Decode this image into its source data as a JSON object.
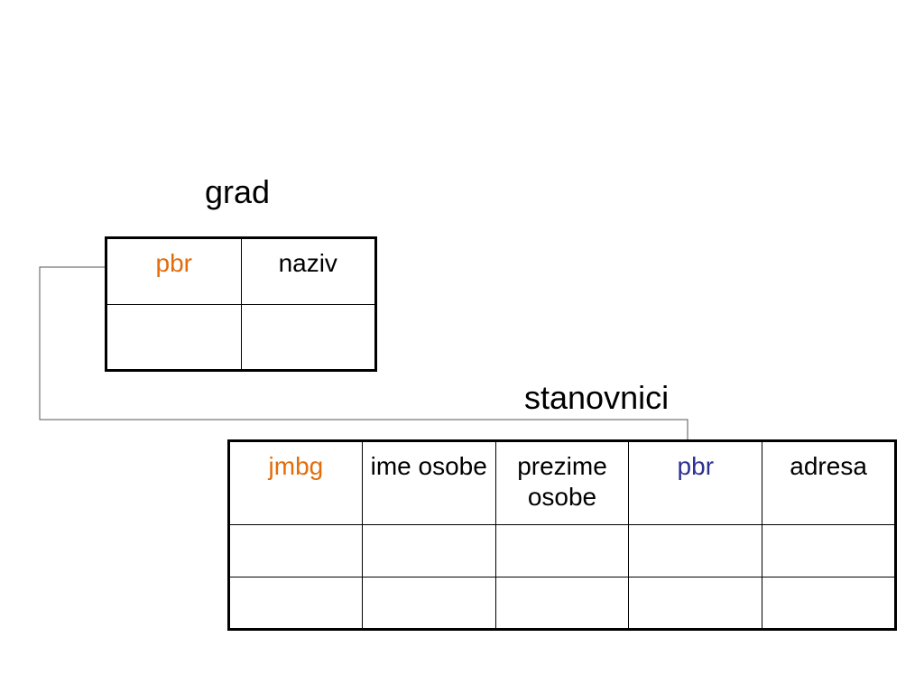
{
  "entities": {
    "grad": {
      "name": "grad",
      "columns": [
        {
          "label": "pbr",
          "role": "primary-key"
        },
        {
          "label": "naziv",
          "role": "attribute"
        }
      ]
    },
    "stanovnici": {
      "name": "stanovnici",
      "columns": [
        {
          "label": "jmbg",
          "role": "primary-key"
        },
        {
          "label": "ime osobe",
          "role": "attribute"
        },
        {
          "label": "prezime osobe",
          "role": "attribute"
        },
        {
          "label": "pbr",
          "role": "foreign-key"
        },
        {
          "label": "adresa",
          "role": "attribute"
        }
      ]
    }
  },
  "relationship": {
    "from": "grad.pbr",
    "to": "stanovnici.pbr"
  },
  "colors": {
    "primary_key": "#e46c0a",
    "foreign_key": "#2e3192",
    "border": "#000000",
    "connector": "#555555"
  }
}
